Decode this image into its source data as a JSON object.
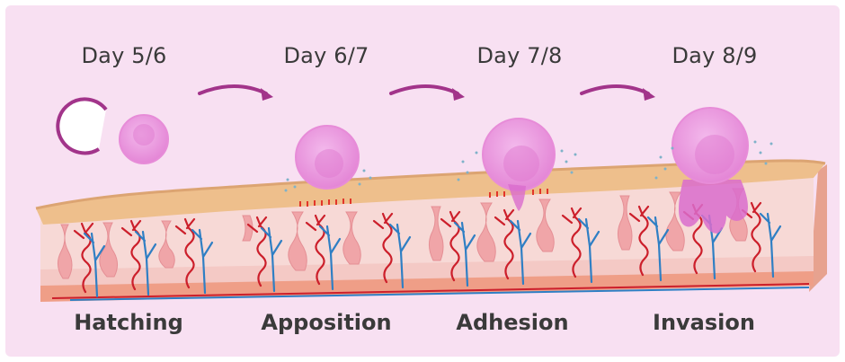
{
  "days": [
    {
      "label": "Day 5/6"
    },
    {
      "label": "Day 6/7"
    },
    {
      "label": "Day 7/8"
    },
    {
      "label": "Day 8/9"
    }
  ],
  "stages": [
    {
      "label": "Hatching"
    },
    {
      "label": "Apposition"
    },
    {
      "label": "Adhesion"
    },
    {
      "label": "Invasion"
    }
  ],
  "colors": {
    "background": "#f8e0f2",
    "arrow": "#a2348a",
    "embryo": "#e98fdb",
    "epithelium": "#eebf8c",
    "stroma": "#f7d6d3",
    "artery": "#cc1f2b",
    "vein": "#2f7fc4",
    "gland": "#f0a5a8"
  }
}
